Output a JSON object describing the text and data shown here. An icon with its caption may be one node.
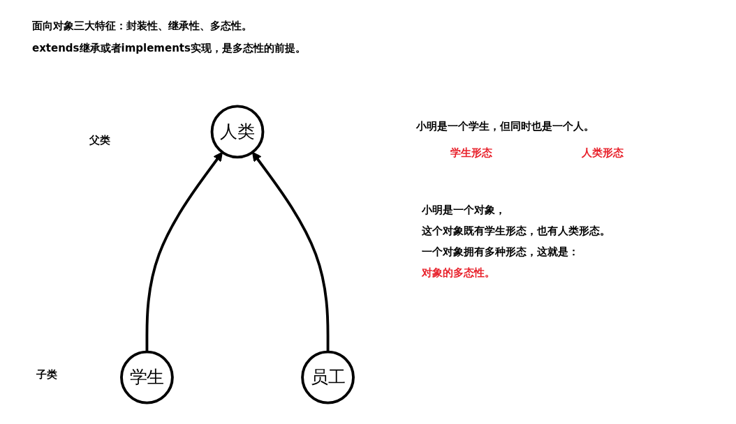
{
  "diagram": {
    "title": "面向对象三大特征：封装性、继承性、多态性。",
    "nodes": [
      {
        "text": [
          "人类"
        ]
      },
      {
        "text": [
          "学生"
        ]
      },
      {
        "text": [
          "员工"
        ]
      }
    ],
    "edges": [
      {
        "from": 1,
        "to": 0,
        "arrow": "to"
      },
      {
        "from": 2,
        "to": 0,
        "arrow": "to"
      }
    ],
    "labels": [
      "extends继承或者implements实现，是多态性的前提。",
      "父类",
      "小明是一个学生，但同时也是一个人。",
      "学生形态",
      "人类形态",
      "小明是一个对象，",
      "这个对象既有学生形态，也有人类形态。",
      "一个对象拥有多种形态，这就是：",
      "对象的多态性。",
      "子类"
    ]
  }
}
